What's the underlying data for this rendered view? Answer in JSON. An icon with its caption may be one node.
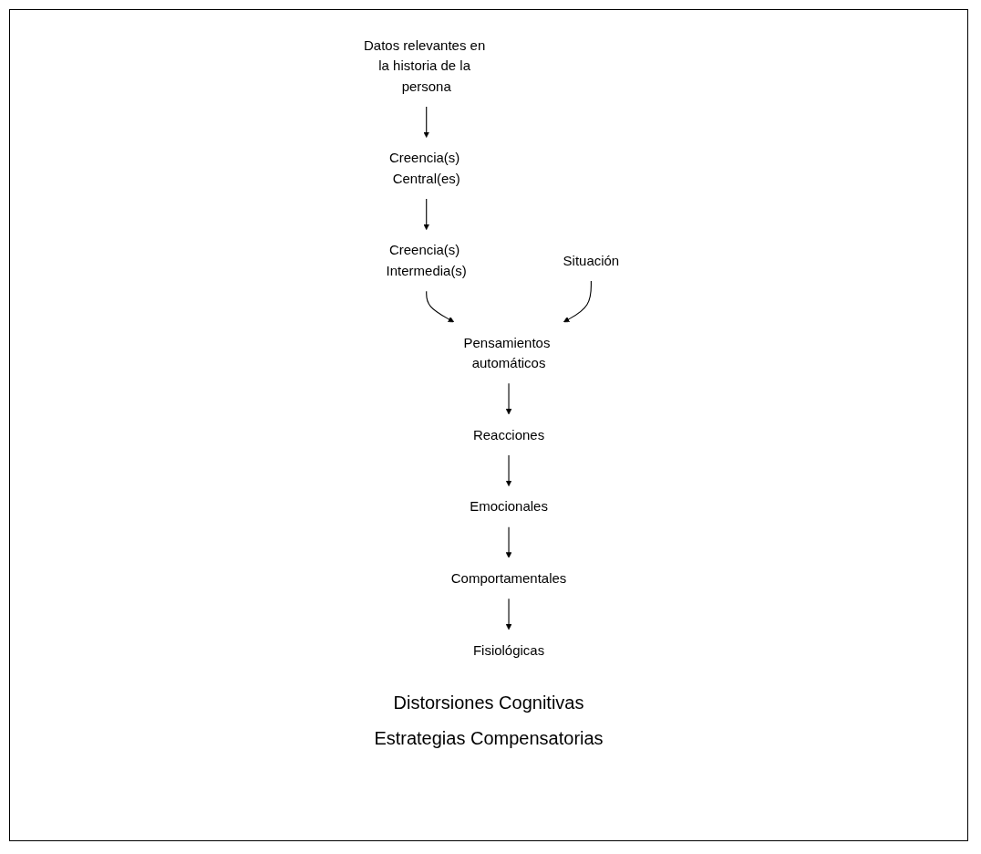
{
  "diagram": {
    "nodes": [
      {
        "text": [
          "Datos relevantes en la historia de la persona"
        ]
      },
      {
        "text": [
          "Creencia(s) Central(es)"
        ]
      },
      {
        "text": [
          "Creencia(s) Intermedia(s)"
        ]
      },
      {
        "text": [
          "Situación"
        ]
      },
      {
        "text": [
          "Pensamientos automáticos"
        ]
      },
      {
        "text": [
          "Reacciones"
        ]
      },
      {
        "text": [
          "Emocionales"
        ]
      },
      {
        "text": [
          "Comportamentales"
        ]
      },
      {
        "text": [
          "Fisiológicas"
        ]
      }
    ],
    "edges": [
      {
        "from": 0,
        "to": 1,
        "arrow": "to"
      },
      {
        "from": 1,
        "to": 2,
        "arrow": "to"
      },
      {
        "from": 2,
        "to": 4,
        "arrow": "to"
      },
      {
        "from": 3,
        "to": 4,
        "arrow": "to"
      },
      {
        "from": 4,
        "to": 5,
        "arrow": "to"
      },
      {
        "from": 5,
        "to": 6,
        "arrow": "to"
      },
      {
        "from": 6,
        "to": 7,
        "arrow": "to"
      },
      {
        "from": 7,
        "to": 8,
        "arrow": "to"
      }
    ],
    "labels": [
      "Distorsiones Cognitivas",
      "Estrategias Compensatorias"
    ]
  }
}
